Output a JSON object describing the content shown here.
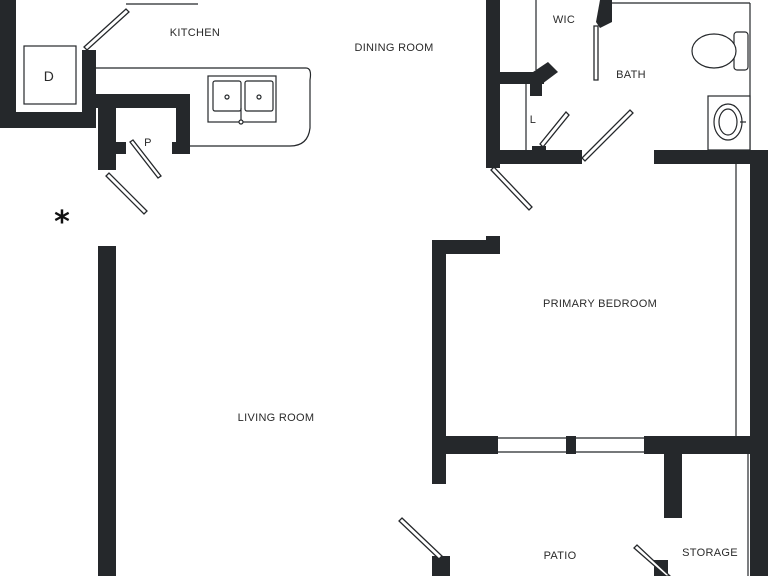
{
  "rooms": {
    "kitchen": "KITCHEN",
    "dining_room": "DINING ROOM",
    "wic": "WIC",
    "bath": "BATH",
    "dryer": "D",
    "pantry": "P",
    "linen": "L",
    "primary_bedroom": "PRIMARY BEDROOM",
    "living_room": "LIVING ROOM",
    "patio": "PATIO",
    "storage": "STORAGE"
  },
  "marker": "*",
  "colors": {
    "wall": "#25282b",
    "background": "#ffffff"
  }
}
